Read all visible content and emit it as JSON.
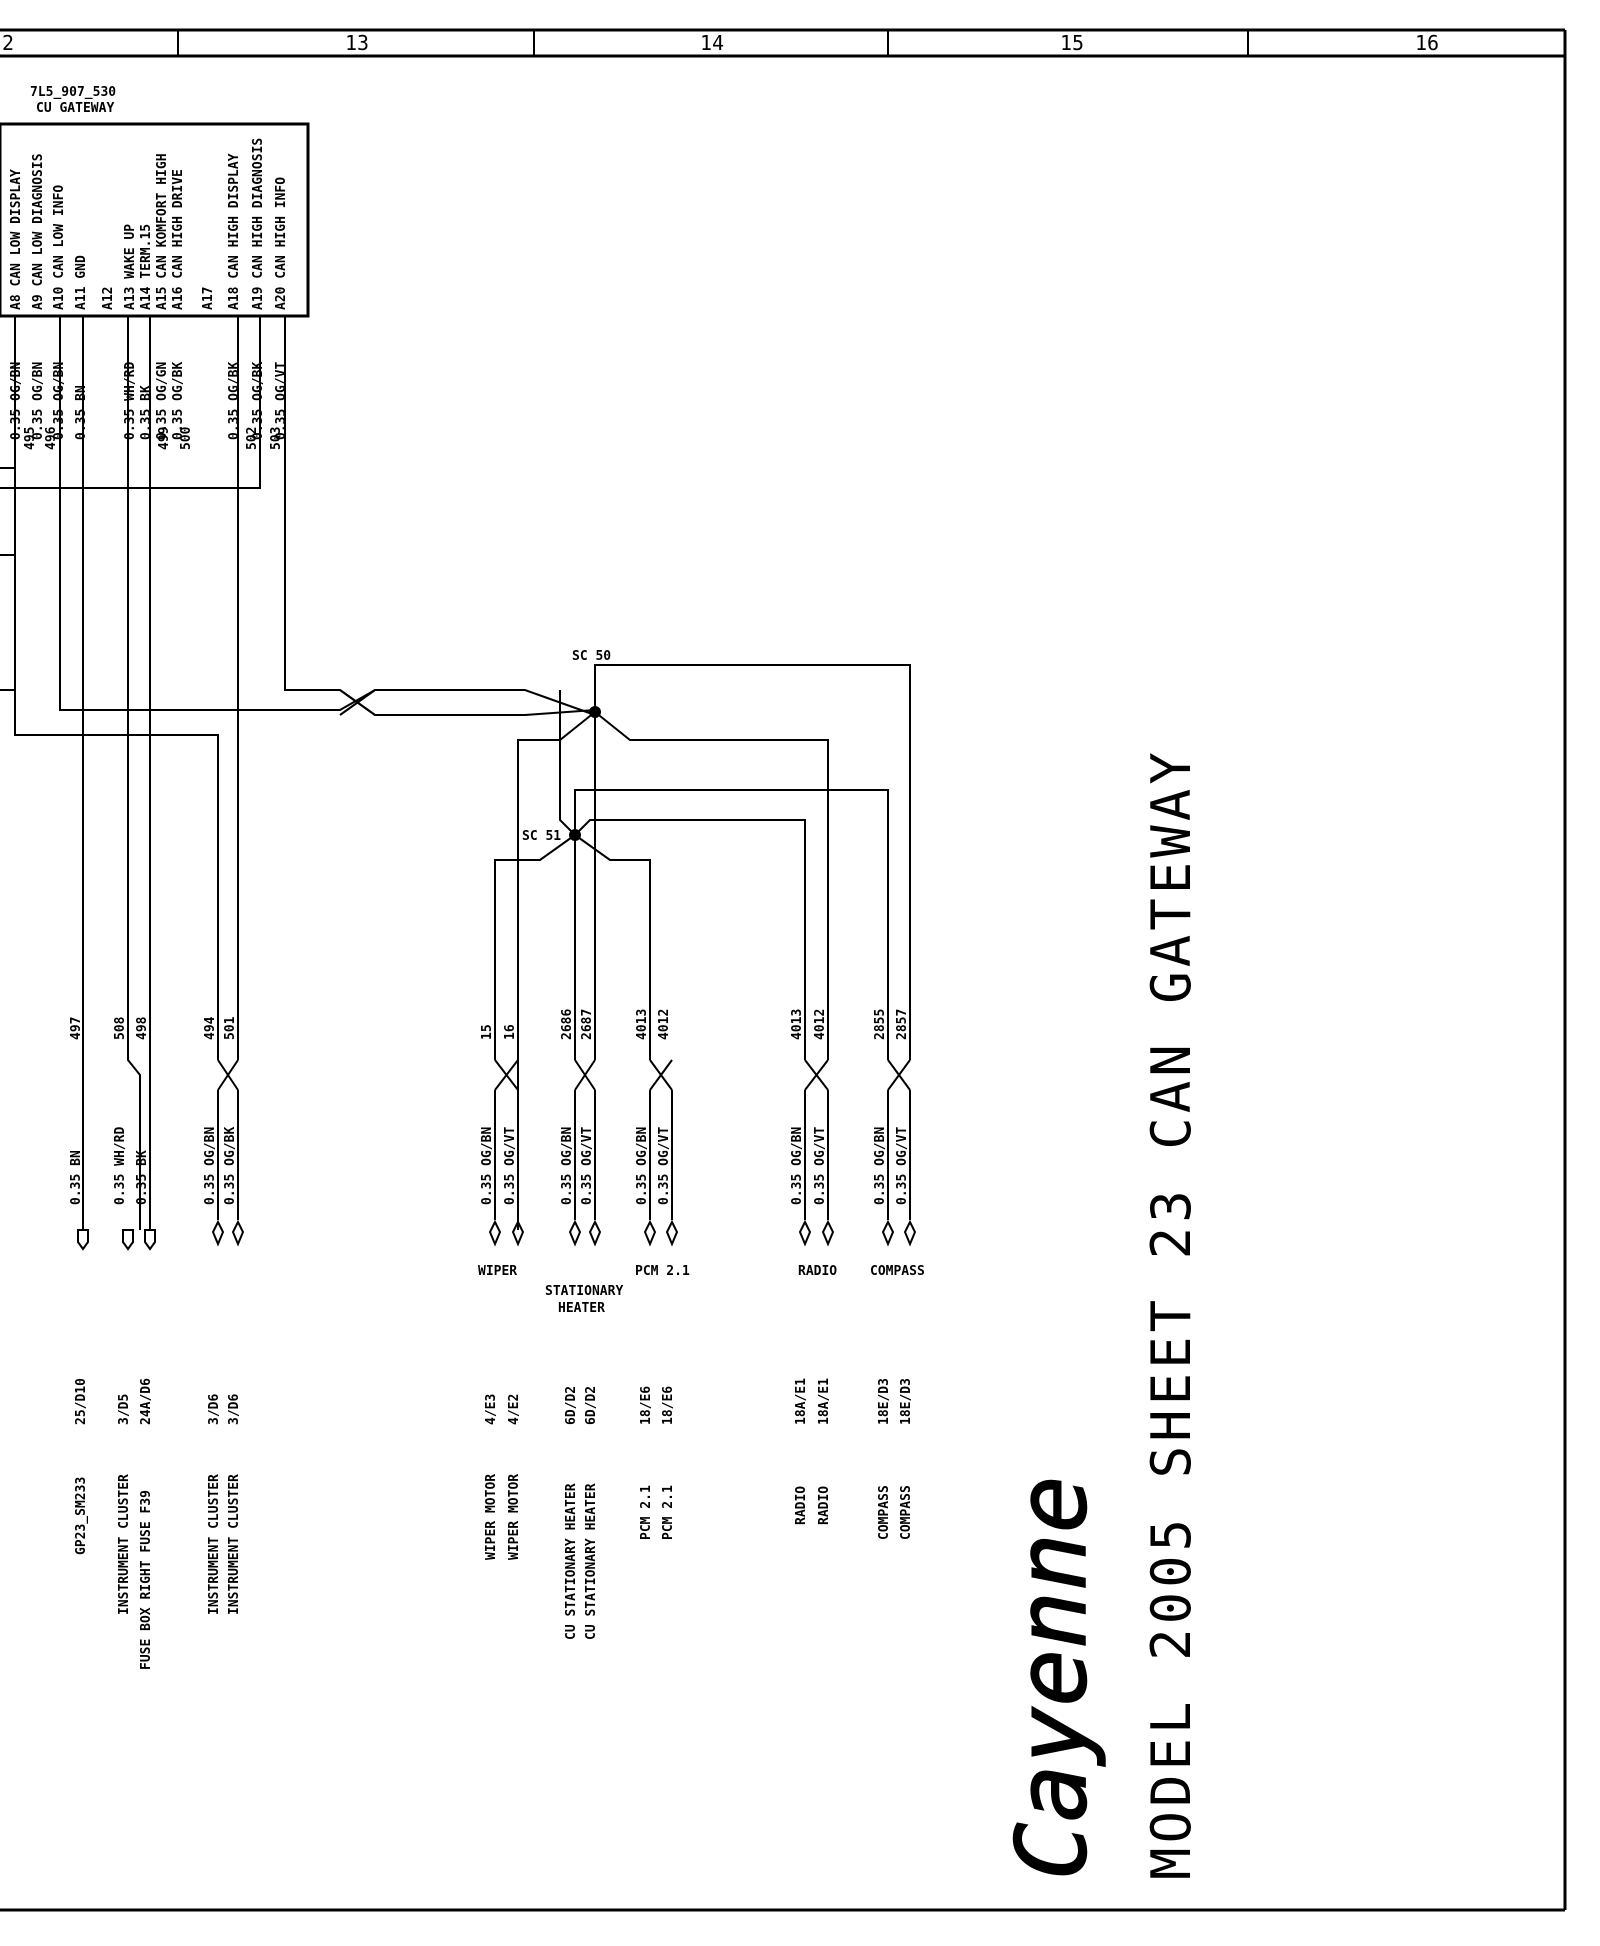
{
  "sheet": {
    "columns": [
      "2",
      "13",
      "14",
      "15",
      "16"
    ],
    "title": "MODEL 2005 SHEET 23 CAN GATEWAY",
    "brand": "Cayenne"
  },
  "gateway": {
    "part_number": "7L5_907_530",
    "name": "CU GATEWAY",
    "pins": [
      {
        "pin": "A8",
        "signal": "CAN LOW DISPLAY",
        "wire": "0.35 OG/BN",
        "circuit": ""
      },
      {
        "pin": "A9",
        "signal": "CAN LOW DIAGNOSIS",
        "wire": "0.35 OG/BN",
        "circuit": "495"
      },
      {
        "pin": "A10",
        "signal": "CAN LOW INFO",
        "wire": "0.35 OG/BN",
        "circuit": "496"
      },
      {
        "pin": "A11",
        "signal": "GND",
        "wire": "0.35 BN",
        "circuit": ""
      },
      {
        "pin": "A12",
        "signal": "",
        "wire": "",
        "circuit": ""
      },
      {
        "pin": "A13",
        "signal": "WAKE UP",
        "wire": "0.35 WH/RD",
        "circuit": ""
      },
      {
        "pin": "A14",
        "signal": "TERM.15",
        "wire": "0.35 BK",
        "circuit": ""
      },
      {
        "pin": "A15",
        "signal": "CAN KOMFORT HIGH",
        "wire": "0.35 OG/GN",
        "circuit": "499"
      },
      {
        "pin": "A16",
        "signal": "CAN HIGH DRIVE",
        "wire": "0.35 OG/BK",
        "circuit": "500"
      },
      {
        "pin": "A17",
        "signal": "",
        "wire": "",
        "circuit": ""
      },
      {
        "pin": "A18",
        "signal": "CAN HIGH DISPLAY",
        "wire": "0.35 OG/BK",
        "circuit": ""
      },
      {
        "pin": "A19",
        "signal": "CAN HIGH DIAGNOSIS",
        "wire": "0.35 OG/BK",
        "circuit": "502"
      },
      {
        "pin": "A20",
        "signal": "CAN HIGH INFO",
        "wire": "0.35 OG/VT",
        "circuit": "503"
      }
    ]
  },
  "splices": [
    "SC 50",
    "SC 51"
  ],
  "lower_wires": [
    {
      "circuit": "497",
      "wire": "0.35 BN"
    },
    {
      "circuit": "508",
      "wire": "0.35 WH/RD"
    },
    {
      "circuit": "498",
      "wire": "0.35 BK"
    },
    {
      "circuit": "494",
      "wire": "0.35 OG/BN"
    },
    {
      "circuit": "501",
      "wire": "0.35 OG/BK"
    },
    {
      "circuit": "15",
      "wire": "0.35 OG/BN"
    },
    {
      "circuit": "16",
      "wire": "0.35 OG/VT"
    },
    {
      "circuit": "2686",
      "wire": "0.35 OG/BN"
    },
    {
      "circuit": "2687",
      "wire": "0.35 OG/VT"
    },
    {
      "circuit": "4013",
      "wire": "0.35 OG/BN"
    },
    {
      "circuit": "4012",
      "wire": "0.35 OG/VT"
    },
    {
      "circuit": "4013",
      "wire": "0.35 OG/BN"
    },
    {
      "circuit": "4012",
      "wire": "0.35 OG/VT"
    },
    {
      "circuit": "2855",
      "wire": "0.35 OG/BN"
    },
    {
      "circuit": "2857",
      "wire": "0.35 OG/VT"
    }
  ],
  "connector_groups": [
    "WIPER",
    "STATIONARY",
    "HEATER",
    "PCM 2.1",
    "RADIO",
    "COMPASS"
  ],
  "references": [
    {
      "ref": "25/D10",
      "dest": "GP23_SM233"
    },
    {
      "ref": "3/D5",
      "dest": "INSTRUMENT CLUSTER"
    },
    {
      "ref": "24A/D6",
      "dest": "FUSE BOX RIGHT FUSE F39"
    },
    {
      "ref": "3/D6",
      "dest": "INSTRUMENT CLUSTER"
    },
    {
      "ref": "3/D6",
      "dest": "INSTRUMENT CLUSTER"
    },
    {
      "ref": "4/E3",
      "dest": "WIPER MOTOR"
    },
    {
      "ref": "4/E2",
      "dest": "WIPER MOTOR"
    },
    {
      "ref": "6D/D2",
      "dest": "CU STATIONARY HEATER"
    },
    {
      "ref": "6D/D2",
      "dest": "CU STATIONARY HEATER"
    },
    {
      "ref": "18/E6",
      "dest": "PCM 2.1"
    },
    {
      "ref": "18/E6",
      "dest": "PCM 2.1"
    },
    {
      "ref": "18A/E1",
      "dest": "RADIO"
    },
    {
      "ref": "18A/E1",
      "dest": "RADIO"
    },
    {
      "ref": "18E/D3",
      "dest": "COMPASS"
    },
    {
      "ref": "18E/D3",
      "dest": "COMPASS"
    }
  ]
}
